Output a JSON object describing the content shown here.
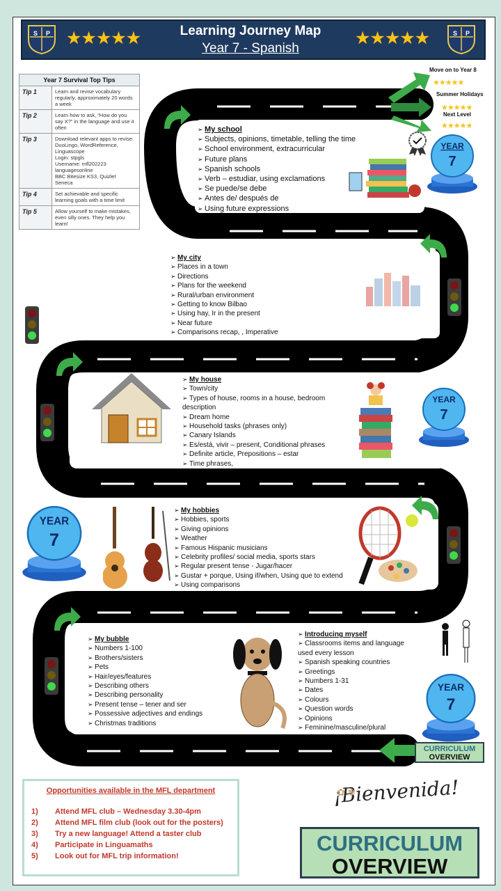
{
  "header": {
    "title": "Learning Journey Map",
    "subtitle": "Year 7 - Spanish",
    "stars": "★★★★★"
  },
  "crest": {
    "letters_left": "S",
    "letters_right": "P"
  },
  "tips": {
    "title": "Year 7 Survival Top Tips",
    "rows": [
      {
        "name": "Tip 1",
        "text": "Learn and revise vocabulary regularly, approximately 20 words a week"
      },
      {
        "name": "Tip 2",
        "text": "Learn how to ask, “How do you say X?” in the language and use it often"
      },
      {
        "name": "Tip 3",
        "text": "Download relevant apps to revise: DuoLingo, WordReference, Linguascope\nLogin: stpgls\nUsername: mfl202223\nlanguagesonline\nBBC Bitesize KS3, Quizlet\nSeneca"
      },
      {
        "name": "Tip 4",
        "text": "Set achievable and specific learning goals with a time limit"
      },
      {
        "name": "Tip 5",
        "text": "Allow yourself to make mistakes, even silly ones. They help you learn!"
      }
    ]
  },
  "levels": {
    "move_on": "Move on to Year 8",
    "summer": "Summer Holidays",
    "next": "Next Level",
    "stars": "★★★★★"
  },
  "year_badge": {
    "label": "YEAR",
    "number": "7"
  },
  "school": {
    "title": "My school",
    "items": [
      "Subjects, opinions, timetable, telling the time",
      "School environment, extracurricular",
      "Future plans",
      "Spanish schools",
      "Verb – estudiar, using exclamations",
      "Se puede/se debe",
      "Antes de/ después de",
      "Using future expressions"
    ]
  },
  "city": {
    "title": "My city",
    "items": [
      "Places in a town",
      "Directions",
      "Plans for the weekend",
      "Rural/urban environment",
      "Getting to know Bilbao",
      "Using hay, Ir in the present",
      "Near future",
      "Comparisons recap, , Imperative"
    ]
  },
  "house": {
    "title": "My house",
    "items": [
      "Town/city",
      "Types of house, rooms in a house, bedroom description",
      "Dream home",
      "Household tasks (phrases only)",
      "Canary Islands",
      "Es/está, vivir – present, Conditional phrases",
      "Definite article, Prepositions – estar",
      "Time phrases,"
    ]
  },
  "hobbies": {
    "title": "My hobbies",
    "items": [
      "Hobbies, sports",
      "Giving opinions",
      "Weather",
      "Famous Hispanic musicians",
      "Celebrity profiles/ social media, sports stars",
      "Regular present tense - Jugar/hacer",
      "Gustar + porque, Using if/when, Using que to extend",
      "Using comparisons"
    ]
  },
  "bubble": {
    "title": "My bubble",
    "items": [
      "Numbers 1-100",
      "Brothers/sisters",
      "Pets",
      "Hair/eyes/features",
      "Describing others",
      "Describing personality",
      "Present tense – tener and ser",
      "Possessive adjectives and endings",
      "Christmas traditions"
    ]
  },
  "introducing": {
    "title": "Introducing myself",
    "items": [
      "Classrooms items and language used every lesson",
      "Spanish speaking countries",
      "Greetings",
      "Numbers 1-31",
      "Dates",
      "Colours",
      "Question words",
      "Opinions",
      "Feminine/masculine/plural"
    ]
  },
  "opportunities": {
    "title": "Opportunities available in the MFL department",
    "items": [
      {
        "n": "1)",
        "t": "Attend MFL club – Wednesday 3.30-4pm"
      },
      {
        "n": "2)",
        "t": "Attend MFL film club (look out for the posters)"
      },
      {
        "n": "3)",
        "t": "Try a new language! Attend a taster club"
      },
      {
        "n": "4)",
        "t": "Participate in Linguamaths"
      },
      {
        "n": "5)",
        "t": "Look out for MFL trip information!"
      }
    ]
  },
  "bienvenida": "¡Bienvenida!",
  "curriculum": {
    "line1": "CURRICULUM",
    "line2": "OVERVIEW"
  },
  "colors": {
    "road": "#000000",
    "header": "#1f3a5f",
    "red_text": "#c0392b",
    "green_box": "#b7dfb5",
    "arrow_green": "#3dab4a"
  }
}
